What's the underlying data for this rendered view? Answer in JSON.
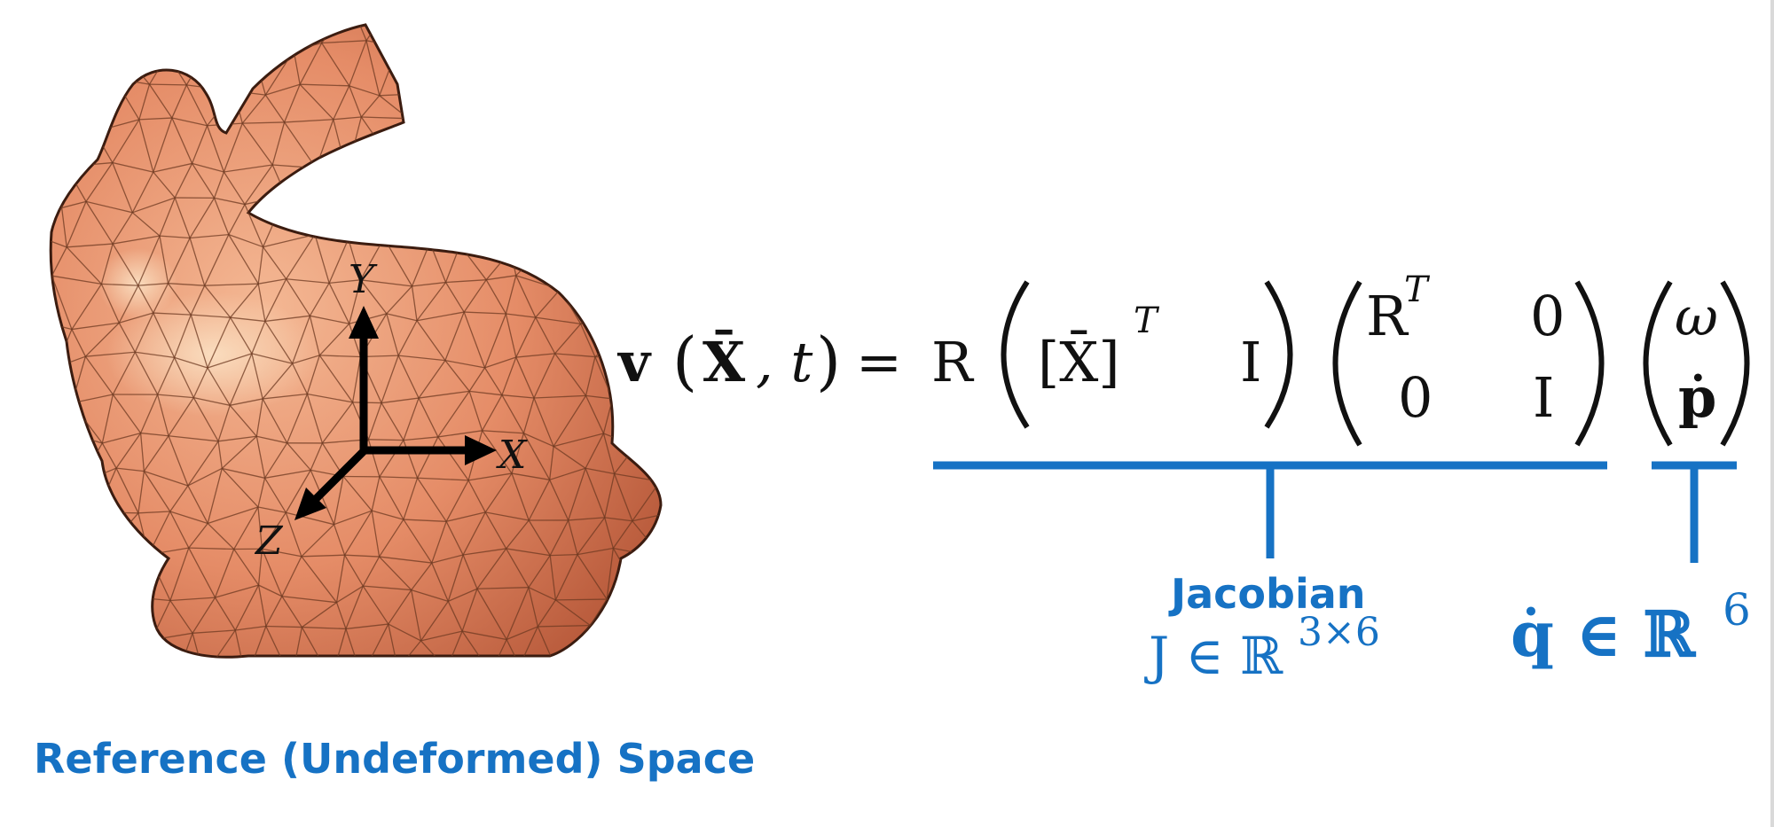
{
  "colors": {
    "accent": "#1672c4",
    "mesh_fill": "#e7906b",
    "mesh_edge": "#6e3a22",
    "text": "#111111"
  },
  "mesh": {
    "axes": {
      "y_label": "Y",
      "x_label": "X",
      "z_label": "Z"
    }
  },
  "caption": "Reference (Undeformed) Space",
  "equation": {
    "v": "v",
    "lparen": "(",
    "xbar": "X̄",
    "comma_t": ", t",
    "rparen": ")",
    "equals": "=",
    "R": "R",
    "block_xbar": "[X̄]",
    "sup_T": "T",
    "block_I": "I",
    "m_R": "R",
    "m_T": "T",
    "m_zero_top": "0",
    "m_zero_bottom": "0",
    "m_I": "I",
    "omega": "ω",
    "pdot": "ṗ"
  },
  "annotations": {
    "jacobian_label": "Jacobian",
    "jacobian_J": "J ∈ ℝ",
    "jacobian_dims": "3×6",
    "qdot": "q̇ ∈ ℝ",
    "qdot_dims": "6"
  }
}
